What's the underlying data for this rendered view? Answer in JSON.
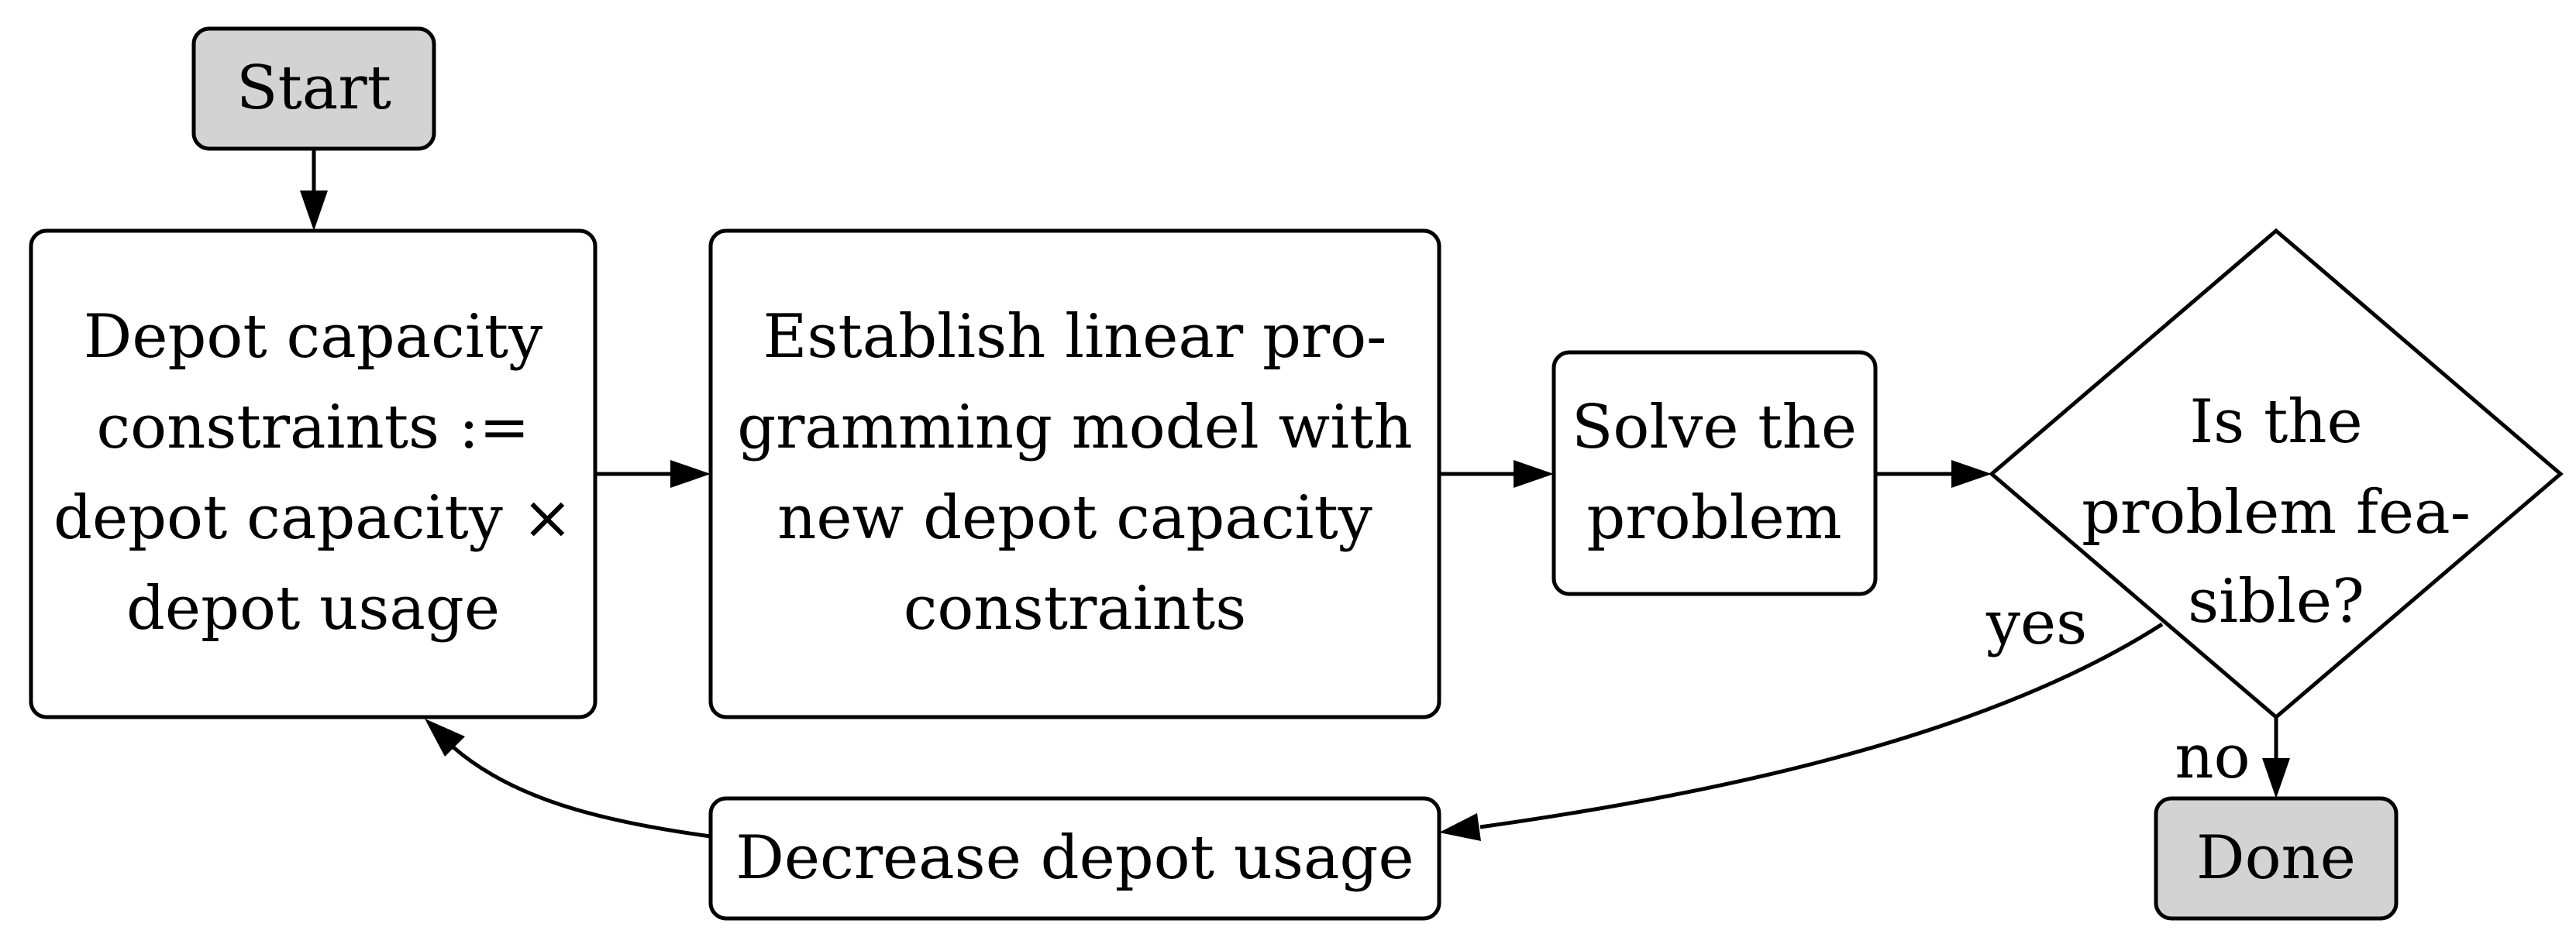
{
  "colors": {
    "terminal_fill": "#d3d3d3",
    "process_fill": "#ffffff",
    "stroke": "#000000"
  },
  "nodes": {
    "start": {
      "label": "Start"
    },
    "constraints": {
      "lines": [
        "Depot capacity",
        "constraints :=",
        "depot capacity ×",
        "depot usage"
      ]
    },
    "establish": {
      "lines": [
        "Establish linear pro-",
        "gramming model with",
        "new depot capacity",
        "constraints"
      ]
    },
    "solve": {
      "lines": [
        "Solve the",
        "problem"
      ]
    },
    "feasible": {
      "lines": [
        "Is the",
        "problem fea-",
        "sible?"
      ]
    },
    "decrease": {
      "label": "Decrease depot usage"
    },
    "done": {
      "label": "Done"
    }
  },
  "edges": {
    "yes_label": "yes",
    "no_label": "no"
  }
}
